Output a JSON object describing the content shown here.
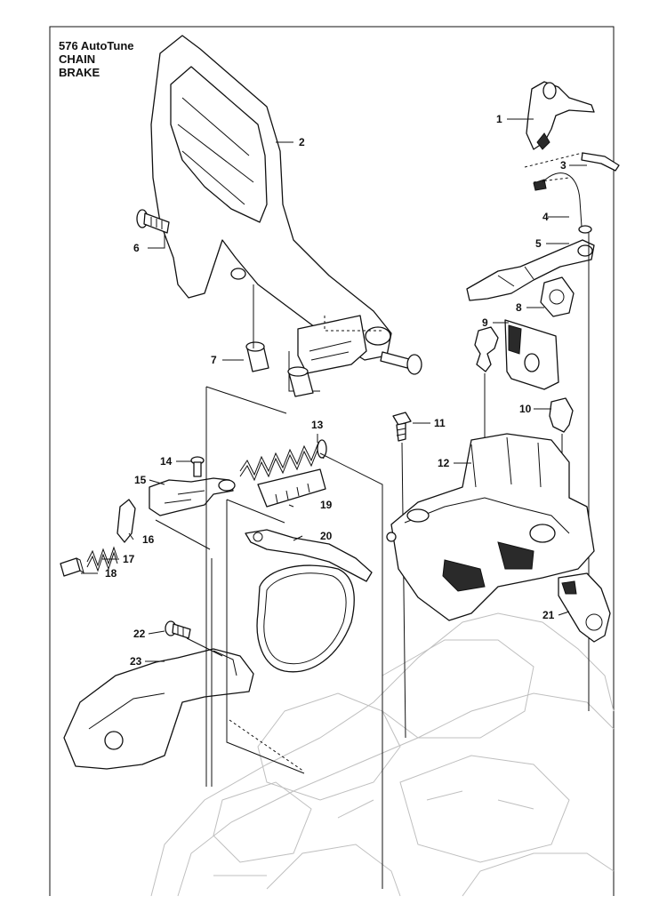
{
  "diagram": {
    "title_lines": [
      "576 AutoTune",
      "CHAIN",
      "BRAKE"
    ],
    "callouts": [
      "1",
      "2",
      "3",
      "4",
      "5",
      "6",
      "7",
      "8",
      "9",
      "10",
      "11",
      "12",
      "13",
      "14",
      "15",
      "16",
      "17",
      "18",
      "19",
      "20",
      "21",
      "22",
      "23"
    ]
  }
}
